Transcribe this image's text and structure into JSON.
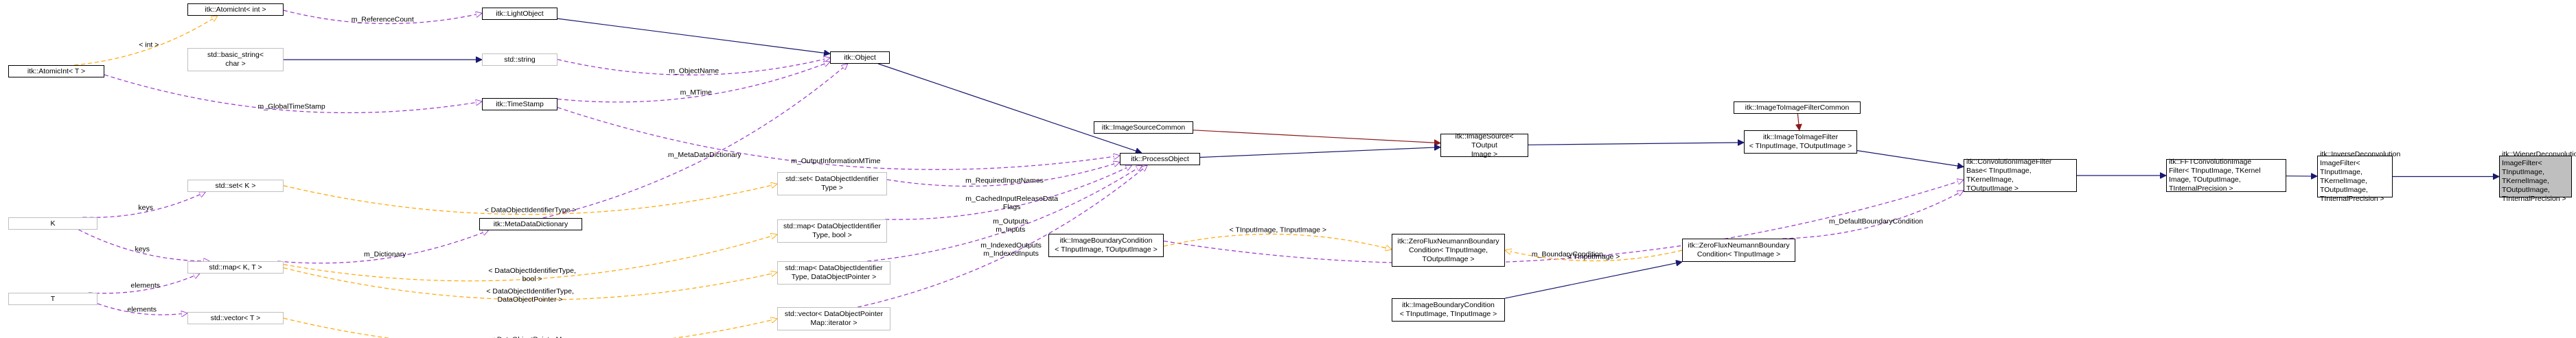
{
  "nodes": [
    {
      "id": "wiener",
      "label": "itk::WienerDeconvolution\nImageFilter< TInputImage,\nTKernelImage, TOutputImage,\nTInternalPrecision >",
      "style": "current"
    },
    {
      "id": "inverse",
      "label": "itk::InverseDeconvolution\nImageFilter< TInputImage,\nTKernelImage, TOutputImage,\nTInternalPrecision >",
      "style": "left"
    },
    {
      "id": "fft",
      "label": "itk::FFTConvolutionImage\nFilter< TInputImage, TKernel\nImage, TOutputImage, TInternalPrecision >",
      "style": "left"
    },
    {
      "id": "convbase",
      "label": "itk::ConvolutionImageFilter\nBase< TInputImage, TKernelImage,\nTOutputImage >",
      "style": "left"
    },
    {
      "id": "imgtoimg",
      "label": "itk::ImageToImageFilter\n< TInputImage, TOutputImage >",
      "style": "normal"
    },
    {
      "id": "imgtoimgcommon",
      "label": "itk::ImageToImageFilterCommon",
      "style": "normal"
    },
    {
      "id": "imgsource",
      "label": "itk::ImageSource< TOutput\nImage >",
      "style": "normal"
    },
    {
      "id": "imgsourcecommon",
      "label": "itk::ImageSourceCommon",
      "style": "normal"
    },
    {
      "id": "processobject",
      "label": "itk::ProcessObject",
      "style": "normal"
    },
    {
      "id": "object",
      "label": "itk::Object",
      "style": "normal"
    },
    {
      "id": "lightobject",
      "label": "itk::LightObject",
      "style": "normal"
    },
    {
      "id": "atomicint",
      "label": "itk::AtomicInt< int >",
      "style": "normal"
    },
    {
      "id": "atomict",
      "label": "itk::AtomicInt< T >",
      "style": "normal"
    },
    {
      "id": "stdstring",
      "label": "std::string",
      "style": "grey"
    },
    {
      "id": "basicstring",
      "label": "std::basic_string<\nchar >",
      "style": "grey"
    },
    {
      "id": "timestamp",
      "label": "itk::TimeStamp",
      "style": "normal"
    },
    {
      "id": "metadict",
      "label": "itk::MetaDataDictionary",
      "style": "normal"
    },
    {
      "id": "setk",
      "label": "std::set< K >",
      "style": "grey"
    },
    {
      "id": "setdoi",
      "label": "std::set< DataObjectIdentifier\nType >",
      "style": "grey"
    },
    {
      "id": "k",
      "label": "K",
      "style": "grey"
    },
    {
      "id": "mapkt",
      "label": "std::map< K, T >",
      "style": "grey"
    },
    {
      "id": "t",
      "label": "T",
      "style": "grey"
    },
    {
      "id": "vectort",
      "label": "std::vector< T >",
      "style": "grey"
    },
    {
      "id": "mapbool",
      "label": "std::map< DataObjectIdentifier\nType, bool >",
      "style": "grey"
    },
    {
      "id": "mapdop",
      "label": "std::map< DataObjectIdentifier\nType, DataObjectPointer >",
      "style": "grey"
    },
    {
      "id": "vectordop",
      "label": "std::vector< DataObjectPointer\nMap::iterator >",
      "style": "grey"
    },
    {
      "id": "ibc_in_out",
      "label": "itk::ImageBoundaryCondition\n< TInputImage, TOutputImage >",
      "style": "normal"
    },
    {
      "id": "zfn_in_out",
      "label": "itk::ZeroFluxNeumannBoundary\nCondition< TInputImage,\nTOutputImage >",
      "style": "normal"
    },
    {
      "id": "zfn_in",
      "label": "itk::ZeroFluxNeumannBoundary\nCondition< TInputImage >",
      "style": "normal"
    },
    {
      "id": "ibc_in_in",
      "label": "itk::ImageBoundaryCondition\n< TInputImage, TInputImage >",
      "style": "normal"
    }
  ],
  "edges": [
    {
      "from": "inverse",
      "to": "wiener",
      "kind": "inherit",
      "label": ""
    },
    {
      "from": "fft",
      "to": "inverse",
      "kind": "inherit",
      "label": ""
    },
    {
      "from": "convbase",
      "to": "fft",
      "kind": "inherit",
      "label": ""
    },
    {
      "from": "imgtoimg",
      "to": "convbase",
      "kind": "inherit",
      "label": ""
    },
    {
      "from": "imgtoimgcommon",
      "to": "imgtoimg",
      "kind": "inherit-private",
      "label": ""
    },
    {
      "from": "imgsource",
      "to": "imgtoimg",
      "kind": "inherit",
      "label": ""
    },
    {
      "from": "imgsourcecommon",
      "to": "imgsource",
      "kind": "inherit-private",
      "label": ""
    },
    {
      "from": "processobject",
      "to": "imgsource",
      "kind": "inherit",
      "label": ""
    },
    {
      "from": "object",
      "to": "processobject",
      "kind": "inherit",
      "label": ""
    },
    {
      "from": "lightobject",
      "to": "object",
      "kind": "inherit",
      "label": ""
    },
    {
      "from": "basicstring",
      "to": "stdstring",
      "kind": "inherit",
      "label": ""
    },
    {
      "from": "atomicint",
      "to": "lightobject",
      "kind": "use",
      "label": "m_ReferenceCount"
    },
    {
      "from": "atomict",
      "to": "atomicint",
      "kind": "template",
      "label": "< int >"
    },
    {
      "from": "atomict",
      "to": "timestamp",
      "kind": "use",
      "label": "m_GlobalTimeStamp"
    },
    {
      "from": "stdstring",
      "to": "object",
      "kind": "use",
      "label": "m_ObjectName"
    },
    {
      "from": "timestamp",
      "to": "object",
      "kind": "use",
      "label": "m_MTime"
    },
    {
      "from": "metadict",
      "to": "object",
      "kind": "use",
      "label": "m_MetaDataDictionary"
    },
    {
      "from": "timestamp",
      "to": "processobject",
      "kind": "use",
      "label": "m_OutputInformationMTime"
    },
    {
      "from": "setdoi",
      "to": "processobject",
      "kind": "use",
      "label": "m_RequiredInputNames"
    },
    {
      "from": "setk",
      "to": "setdoi",
      "kind": "template",
      "label": "< DataObjectIdentifierType >"
    },
    {
      "from": "k",
      "to": "setk",
      "kind": "use",
      "label": "keys"
    },
    {
      "from": "k",
      "to": "mapkt",
      "kind": "use",
      "label": "keys"
    },
    {
      "from": "t",
      "to": "mapkt",
      "kind": "use",
      "label": "elements"
    },
    {
      "from": "t",
      "to": "vectort",
      "kind": "use",
      "label": "elements"
    },
    {
      "from": "mapkt",
      "to": "metadict",
      "kind": "use",
      "label": "m_Dictionary"
    },
    {
      "from": "mapkt",
      "to": "mapbool",
      "kind": "template",
      "label": "< DataObjectIdentifierType,\nbool >"
    },
    {
      "from": "mapkt",
      "to": "mapdop",
      "kind": "template",
      "label": "< DataObjectIdentifierType,\nDataObjectPointer >"
    },
    {
      "from": "vectort",
      "to": "vectordop",
      "kind": "template",
      "label": "< DataObjectPointerMap\n::iterator >"
    },
    {
      "from": "mapbool",
      "to": "processobject",
      "kind": "use",
      "label": "m_CachedInputReleaseData\nFlags"
    },
    {
      "from": "mapdop",
      "to": "processobject",
      "kind": "use",
      "label": "m_Outputs\nm_Inputs"
    },
    {
      "from": "vectordop",
      "to": "processobject",
      "kind": "use",
      "label": "m_IndexedOutputs\nm_IndexedInputs"
    },
    {
      "from": "ibc_in_out",
      "to": "convbase",
      "kind": "use",
      "label": "m_BoundaryCondition"
    },
    {
      "from": "zfn_in_out",
      "to": "ibc_in_out",
      "kind": "template-rev",
      "label": "< TInputImage, TInputImage >"
    },
    {
      "from": "zfn_in_out",
      "to": "zfn_in",
      "kind": "template-rev",
      "label": "< TInputImage >"
    },
    {
      "from": "ibc_in_in",
      "to": "zfn_in",
      "kind": "inherit",
      "label": ""
    },
    {
      "from": "zfn_in",
      "to": "convbase",
      "kind": "use",
      "label": "m_DefaultBoundaryCondition"
    }
  ],
  "colors": {
    "inherit": "#191970",
    "inherit-private": "#8b1a1a",
    "use": "#9a32cd",
    "template": "#ffa500",
    "current_fill": "#bfbfbf"
  }
}
